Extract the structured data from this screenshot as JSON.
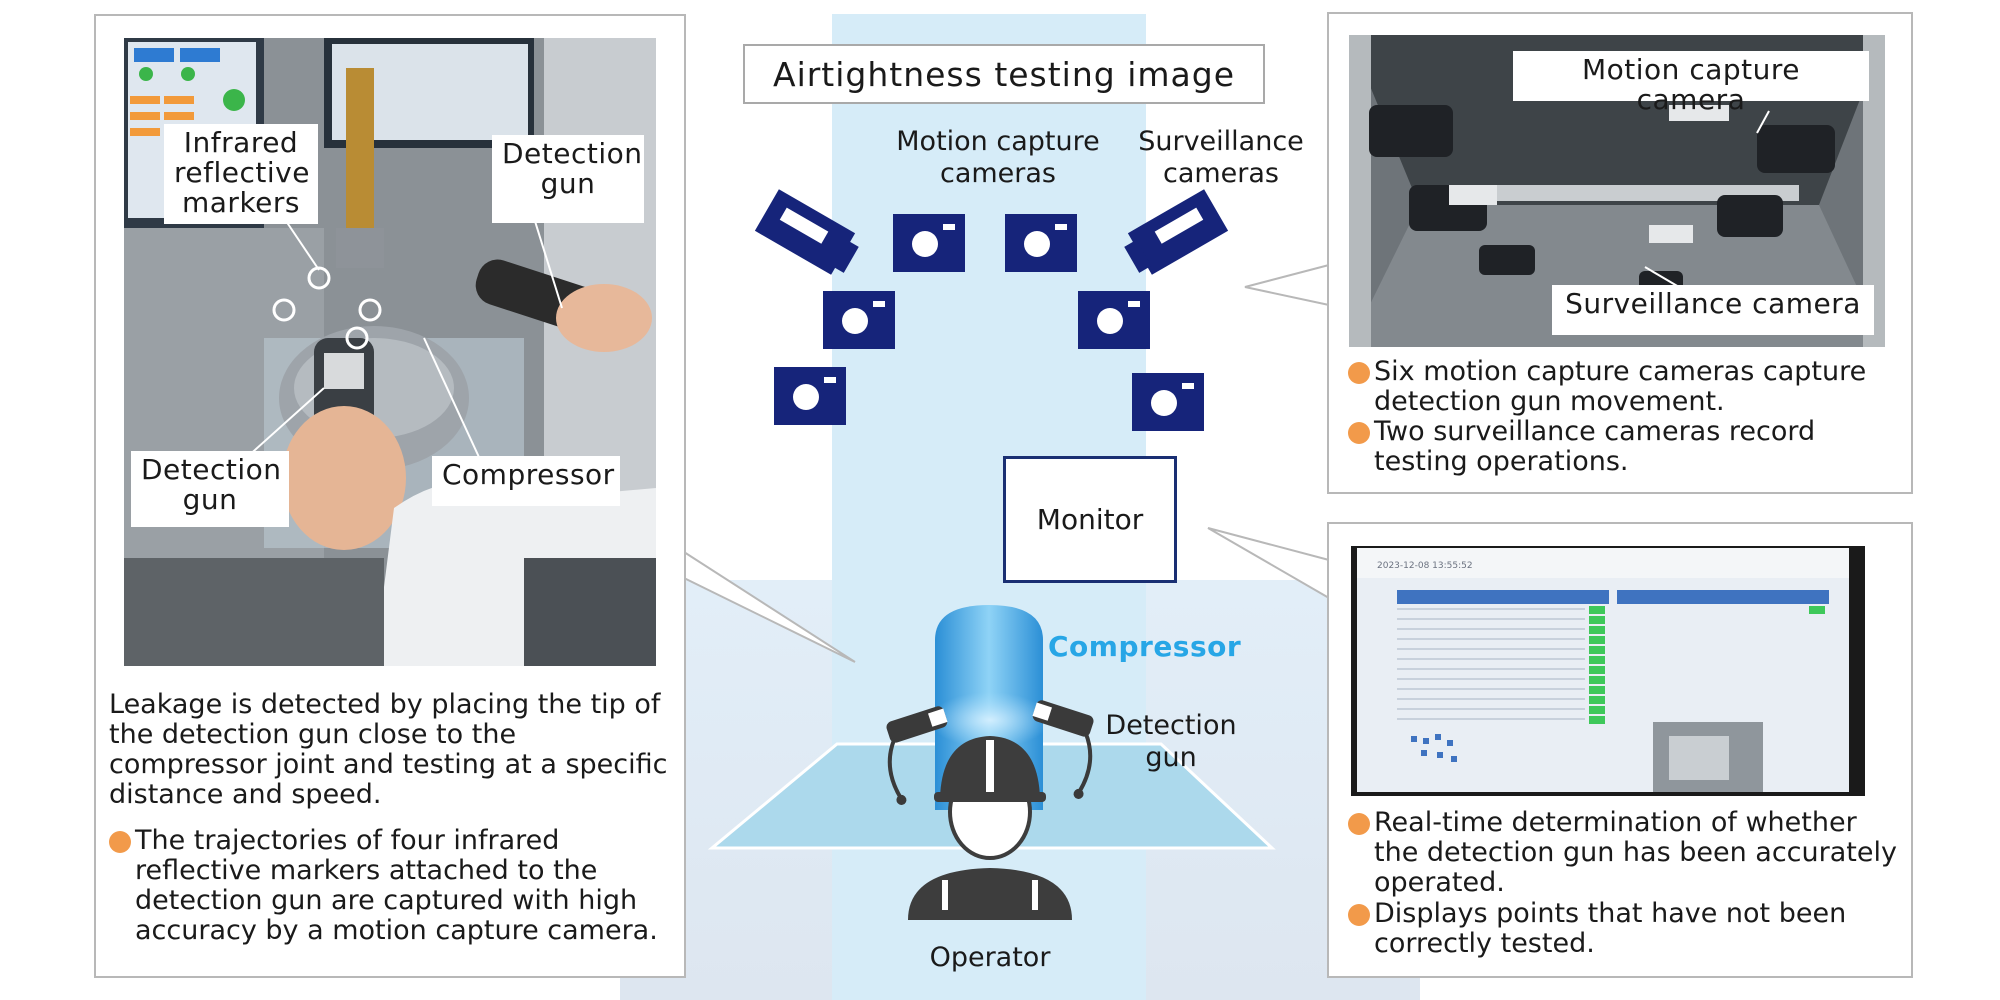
{
  "diagram": {
    "title": "Airtightness testing image",
    "motion_cameras_label": "Motion capture\ncameras",
    "surveillance_cameras_label": "Surveillance\ncameras",
    "monitor_label": "Monitor",
    "compressor_label": "Compressor",
    "detection_gun_label": "Detection\ngun",
    "operator_label": "Operator"
  },
  "left_panel": {
    "photo_labels": {
      "markers": "Infrared\nreflective\nmarkers",
      "gun_top": "Detection\ngun",
      "gun_bottom": "Detection\ngun",
      "compressor": "Compressor"
    },
    "description": "Leakage is detected by placing the tip of the detection gun close to the compressor joint and testing at a specific distance and speed.",
    "bullet": "The trajectories of four infrared reflective markers attached to the detection gun are captured with high accuracy by a motion capture camera."
  },
  "top_right_panel": {
    "photo_labels": {
      "motion_camera": "Motion capture camera",
      "surveillance_camera": "Surveillance camera"
    },
    "bullets": [
      "Six motion capture cameras capture detection gun movement.",
      "Two surveillance cameras record testing operations."
    ]
  },
  "bottom_right_panel": {
    "screen_timestamp": "2023-12-08 13:55:52",
    "bullets": [
      "Real-time determination of whether the detection gun has been accurately operated.",
      "Displays points that have not been correctly tested."
    ]
  },
  "colors": {
    "camera_navy": "#16247a",
    "bullet_orange": "#f29a4a",
    "compressor_blue": "#27a6e6",
    "light_column": "#d6ecf8"
  },
  "icons": [
    "camera-icon",
    "surveillance-camera-icon",
    "operator-icon",
    "compressor-icon",
    "detection-gun-icon"
  ]
}
